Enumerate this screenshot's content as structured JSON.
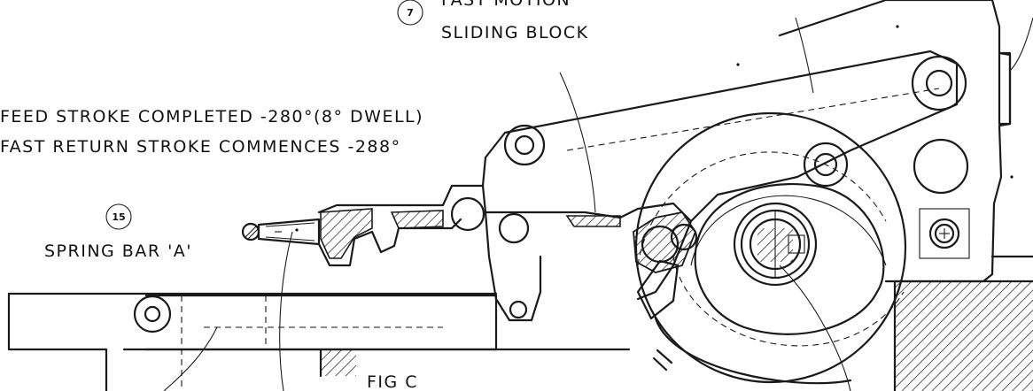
{
  "labels": {
    "top_label_line1": "FAST MOTION",
    "top_label_line2": "SLIDING BLOCK",
    "feed_stroke": "FEED STROKE  COMPLETED   -280°(8° DWELL)",
    "fast_return": "FAST RETURN  STROKE  COMMENCES -288°",
    "spring_bar": "SPRING  BAR  'A'",
    "figure": "FIG C"
  },
  "callouts": {
    "sliding_block_num": "7",
    "spring_bar_num": "15"
  }
}
